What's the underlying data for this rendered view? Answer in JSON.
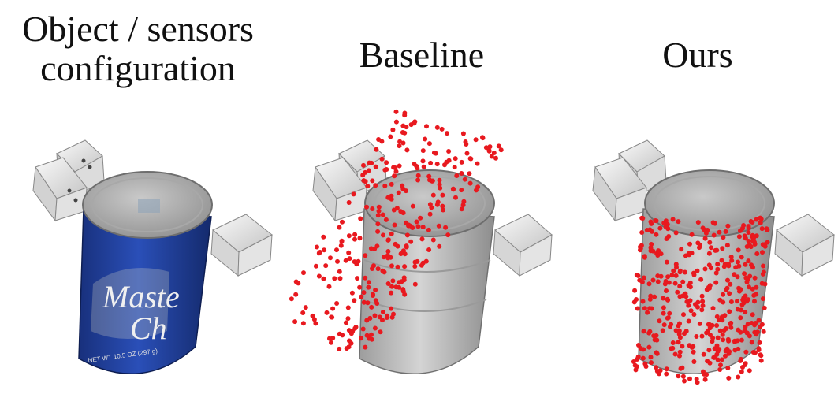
{
  "panels": [
    {
      "title_line1": "Object / sensors",
      "title_line2": "configuration"
    },
    {
      "title_line1": "Baseline"
    },
    {
      "title_line1": "Ours"
    }
  ],
  "colors": {
    "can_blue": "#1f3f9e",
    "can_gray": "#b9b9b9",
    "sensor_gray": "#e6e6e6",
    "point_red": "#e8191f"
  },
  "label_art": {
    "brand_line1": "Maste",
    "brand_line2": "Ch",
    "weight": "NET WT 10.5 OZ (297 g)"
  }
}
